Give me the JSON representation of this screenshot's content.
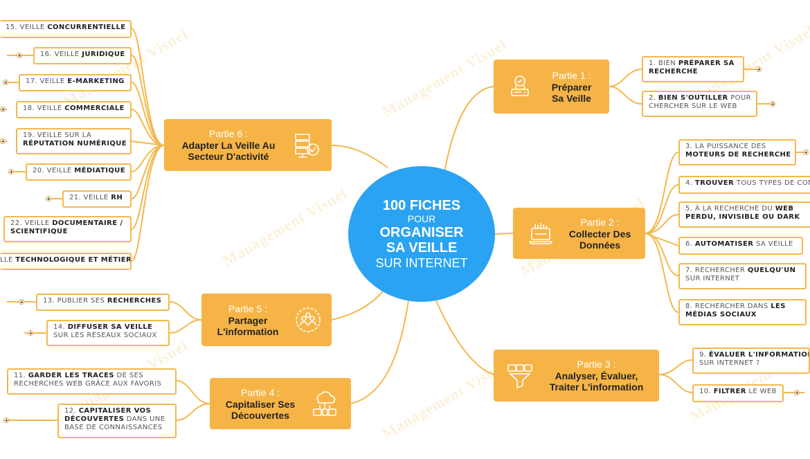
{
  "center": {
    "l1": "100 FICHES",
    "l2": "POUR",
    "l3": "ORGANISER",
    "l4": "SA VEILLE",
    "l5": "SUR INTERNET"
  },
  "watermark": "Management Visuel",
  "parts": {
    "p1": {
      "label": "Partie 1 :",
      "title": "Préparer Sa Veille",
      "icon": "trophy-certificate-icon"
    },
    "p2": {
      "label": "Partie 2 :",
      "title": "Collecter Des Données",
      "icon": "laptop-data-icon"
    },
    "p3": {
      "label": "Partie 3 :",
      "title": "Analyser, Évaluer, Traiter L'information",
      "icon": "media-funnel-icon"
    },
    "p4": {
      "label": "Partie 4 :",
      "title": "Capitaliser Ses Découvertes",
      "icon": "cloud-devices-icon"
    },
    "p5": {
      "label": "Partie 5 :",
      "title": "Partager L'information",
      "icon": "people-circle-icon"
    },
    "p6": {
      "label": "Partie 6 :",
      "title": "Adapter La Veille Au Secteur D'activité",
      "icon": "server-check-icon"
    }
  },
  "leaves": {
    "f1": {
      "a": "1. BIEN ",
      "b": "PRÉPARER SA",
      "c": "",
      "d": "RECHERCHE",
      "e": ""
    },
    "f2": {
      "a": "2. ",
      "b": "BIEN S'OUTILLER",
      "c": " POUR",
      "d": "CHERCHER SUR LE WEB",
      "e": ""
    },
    "f3": {
      "a": "3. LA PUISSANCE DES",
      "b": "",
      "c": "",
      "d": "",
      "e": "MOTEURS DE RECHERCHE"
    },
    "f4": {
      "a": "4. ",
      "b": "TROUVER",
      "c": " TOUS TYPES DE CONTENUS"
    },
    "f5": {
      "a": "5. À LA RECHERCHE DU ",
      "b": "WEB",
      "c": "",
      "d": "",
      "e": "PERDU, INVISIBLE OU DARK"
    },
    "f6": {
      "a": "6. ",
      "b": "AUTOMATISER",
      "c": " SA VEILLE"
    },
    "f7": {
      "a": "7. RECHERCHER ",
      "b": "QUELQU'UN",
      "c": "",
      "d": "SUR INTERNET",
      "e": ""
    },
    "f8": {
      "a": "8. RECHERCHER DANS ",
      "b": "LES",
      "c": "",
      "d": "",
      "e": "MÉDIAS SOCIAUX"
    },
    "f9": {
      "a": "9. ",
      "b": "ÉVALUER L'INFORMATION",
      "c": "",
      "d": "SUR INTERNET ?",
      "e": ""
    },
    "f10": {
      "a": "10. ",
      "b": "FILTRER",
      "c": " LE WEB"
    },
    "f11": {
      "a": "11. ",
      "b": "GARDER LES TRACES",
      "c": " DE SES",
      "d": "RECHERCHES WEB GRÂCE AUX FAVORIS",
      "e": ""
    },
    "f12": {
      "a": "12. ",
      "b": "CAPITALISER VOS",
      "c": "",
      "d": "",
      "e": "DÉCOUVERTES",
      "f": " DANS UNE",
      "g": "BASE DE CONNAISSANCES"
    },
    "f13": {
      "a": "13. PUBLIER SES ",
      "b": "RECHERCHES",
      "c": ""
    },
    "f14": {
      "a": "14. ",
      "b": "DIFFUSER SA VEILLE",
      "c": "",
      "d": "SUR LES RÉSEAUX SOCIAUX",
      "e": ""
    },
    "f15": {
      "a": "15. VEILLE ",
      "b": "CONCURRENTIELLE",
      "c": ""
    },
    "f16": {
      "a": "16. VEILLE ",
      "b": "JURIDIQUE",
      "c": ""
    },
    "f17": {
      "a": "17. VEILLE ",
      "b": "E-MARKETING",
      "c": ""
    },
    "f18": {
      "a": "18. VEILLE ",
      "b": "COMMERCIALE",
      "c": ""
    },
    "f19": {
      "a": "19. VEILLE SUR LA",
      "b": "",
      "c": "",
      "d": "",
      "e": "RÉPUTATION NUMÉRIQUE"
    },
    "f20": {
      "a": "20. VEILLE ",
      "b": "MÉDIATIQUE",
      "c": ""
    },
    "f21": {
      "a": "21. VEILLE ",
      "b": "RH",
      "c": ""
    },
    "f22": {
      "a": "22. VEILLE ",
      "b": "DOCUMENTAIRE /",
      "c": "",
      "d": "",
      "e": "SCIENTIFIQUE"
    },
    "f23": {
      "a": "LLE ",
      "b": "TECHNOLOGIQUE ET MÉTIER",
      "c": ""
    }
  },
  "colors": {
    "accent": "#f6b447",
    "center": "#2aa3f2",
    "wire": "#f3b84d"
  }
}
